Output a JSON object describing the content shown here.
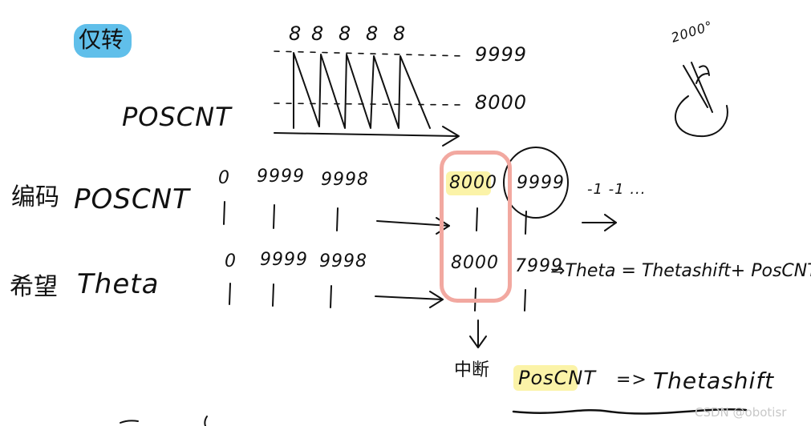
{
  "title_cn": "仅转",
  "top_digits": [
    "8",
    "8",
    "8",
    "8",
    "8"
  ],
  "top_levels": {
    "high": "9999",
    "low": "8000"
  },
  "left_poscnt": "POSCNT",
  "angle_note": "2000°",
  "row1": {
    "cn_label": "编码",
    "label": "POSCNT",
    "values": [
      "0",
      "9999",
      "9998",
      "8000",
      "9999"
    ],
    "continuation": "-1 -1 ..."
  },
  "row2": {
    "cn_label": "希望",
    "label": "Theta",
    "values": [
      "0",
      "9999",
      "9998",
      "8000",
      "7999"
    ],
    "formula": "⇒Theta = Thetashift+ PosCNT"
  },
  "interrupt_cn": "中断",
  "bottom": {
    "poscnt": "PosCNT",
    "arrow": "=>",
    "thetashift": "Thetashift"
  },
  "watermark": "CSDN @obotisr",
  "colors": {
    "ink": "#111111",
    "blue_highlight": "#4fb8e8",
    "yellow_highlight": "#fbf3a8",
    "red_box": "#f2a8a0",
    "watermark": "#c8c8c8"
  }
}
